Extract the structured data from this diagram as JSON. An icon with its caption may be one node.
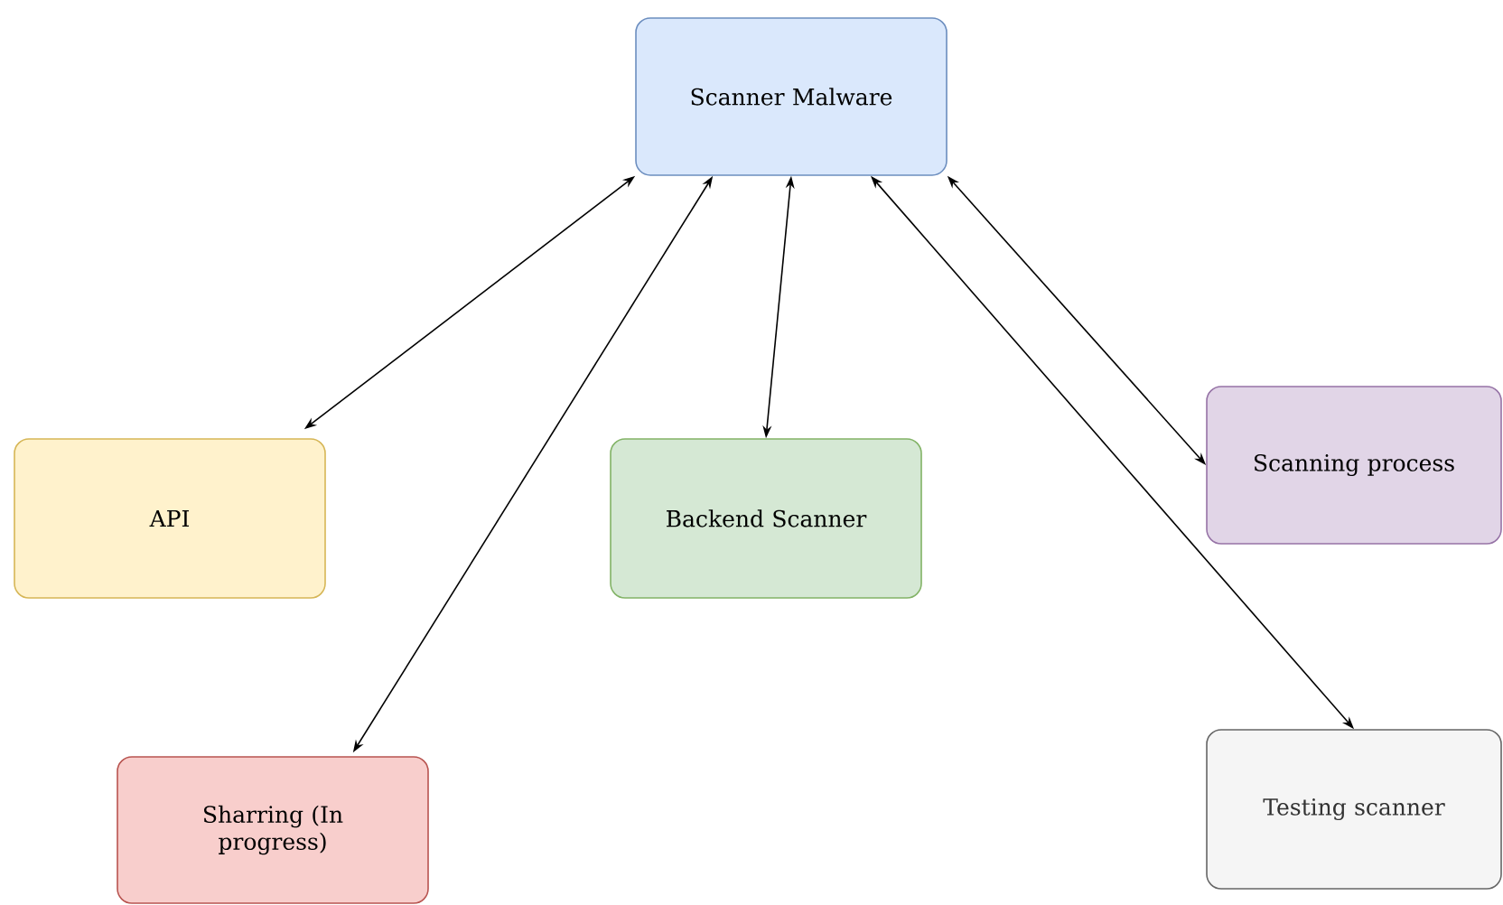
{
  "diagram": {
    "nodes": [
      {
        "text": [
          "Scanner Malware"
        ]
      },
      {
        "text": [
          "API"
        ]
      },
      {
        "text": [
          "Backend Scanner"
        ]
      },
      {
        "text": [
          "Scanning process"
        ]
      },
      {
        "text": [
          "Sharring (In progress)"
        ]
      },
      {
        "text": [
          "Testing scanner"
        ]
      }
    ],
    "edges": [
      {
        "from": 0,
        "to": 1,
        "arrow": "both"
      },
      {
        "from": 0,
        "to": 4,
        "arrow": "both"
      },
      {
        "from": 0,
        "to": 2,
        "arrow": "both"
      },
      {
        "from": 0,
        "to": 3,
        "arrow": "both"
      },
      {
        "from": 0,
        "to": 5,
        "arrow": "both"
      }
    ]
  }
}
